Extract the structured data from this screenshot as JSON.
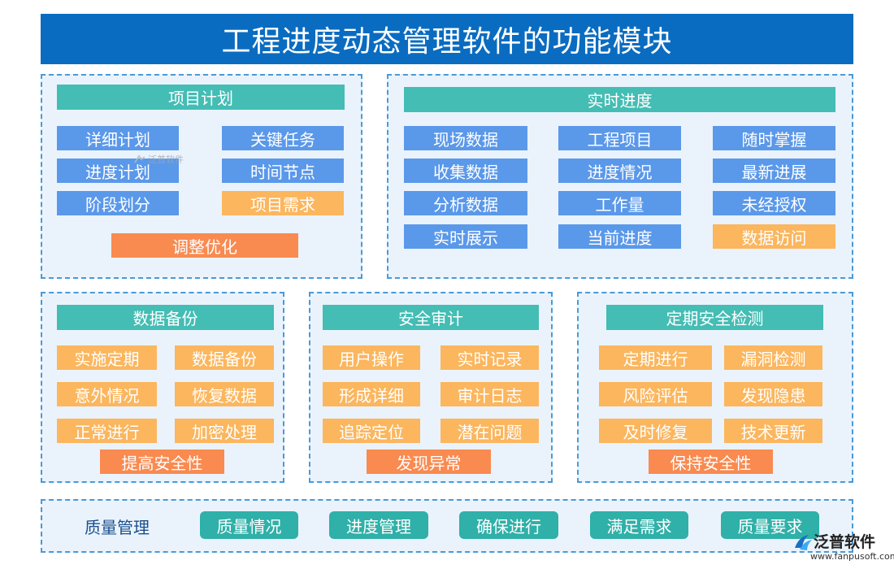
{
  "title": "工程进度动态管理软件的功能模块",
  "watermark": "泛普软件",
  "project_plan": {
    "title": "项目计划",
    "items": [
      "详细计划",
      "关键任务",
      "进度计划",
      "时间节点",
      "阶段划分",
      "项目需求"
    ],
    "result": "调整优化"
  },
  "realtime": {
    "title": "实时进度",
    "items": [
      "现场数据",
      "工程项目",
      "随时掌握",
      "收集数据",
      "进度情况",
      "最新进展",
      "分析数据",
      "工作量",
      "未经授权",
      "实时展示",
      "当前进度",
      "数据访问"
    ]
  },
  "backup": {
    "title": "数据备份",
    "items": [
      "实施定期",
      "数据备份",
      "意外情况",
      "恢复数据",
      "正常进行",
      "加密处理"
    ],
    "result": "提高安全性"
  },
  "audit": {
    "title": "安全审计",
    "items": [
      "用户操作",
      "实时记录",
      "形成详细",
      "审计日志",
      "追踪定位",
      "潜在问题"
    ],
    "result": "发现异常"
  },
  "inspection": {
    "title": "定期安全检测",
    "items": [
      "定期进行",
      "漏洞检测",
      "风险评估",
      "发现隐患",
      "及时修复",
      "技术更新"
    ],
    "result": "保持安全性"
  },
  "quality": {
    "label": "质量管理",
    "items": [
      "质量情况",
      "进度管理",
      "确保进行",
      "满足需求",
      "质量要求"
    ]
  },
  "logo": {
    "name": "泛普软件",
    "url": "www.fanpusoft.com"
  },
  "colors": {
    "header": "#0a6cc0",
    "panel_bg": "#eaf3fc",
    "panel_border": "#4a9ad6",
    "title_bar": "#44bdb4",
    "blue_box": "#5a98ea",
    "yellow_box": "#fbb65e",
    "orange_box": "#f98a50",
    "teal_box": "#2fb0a8"
  }
}
